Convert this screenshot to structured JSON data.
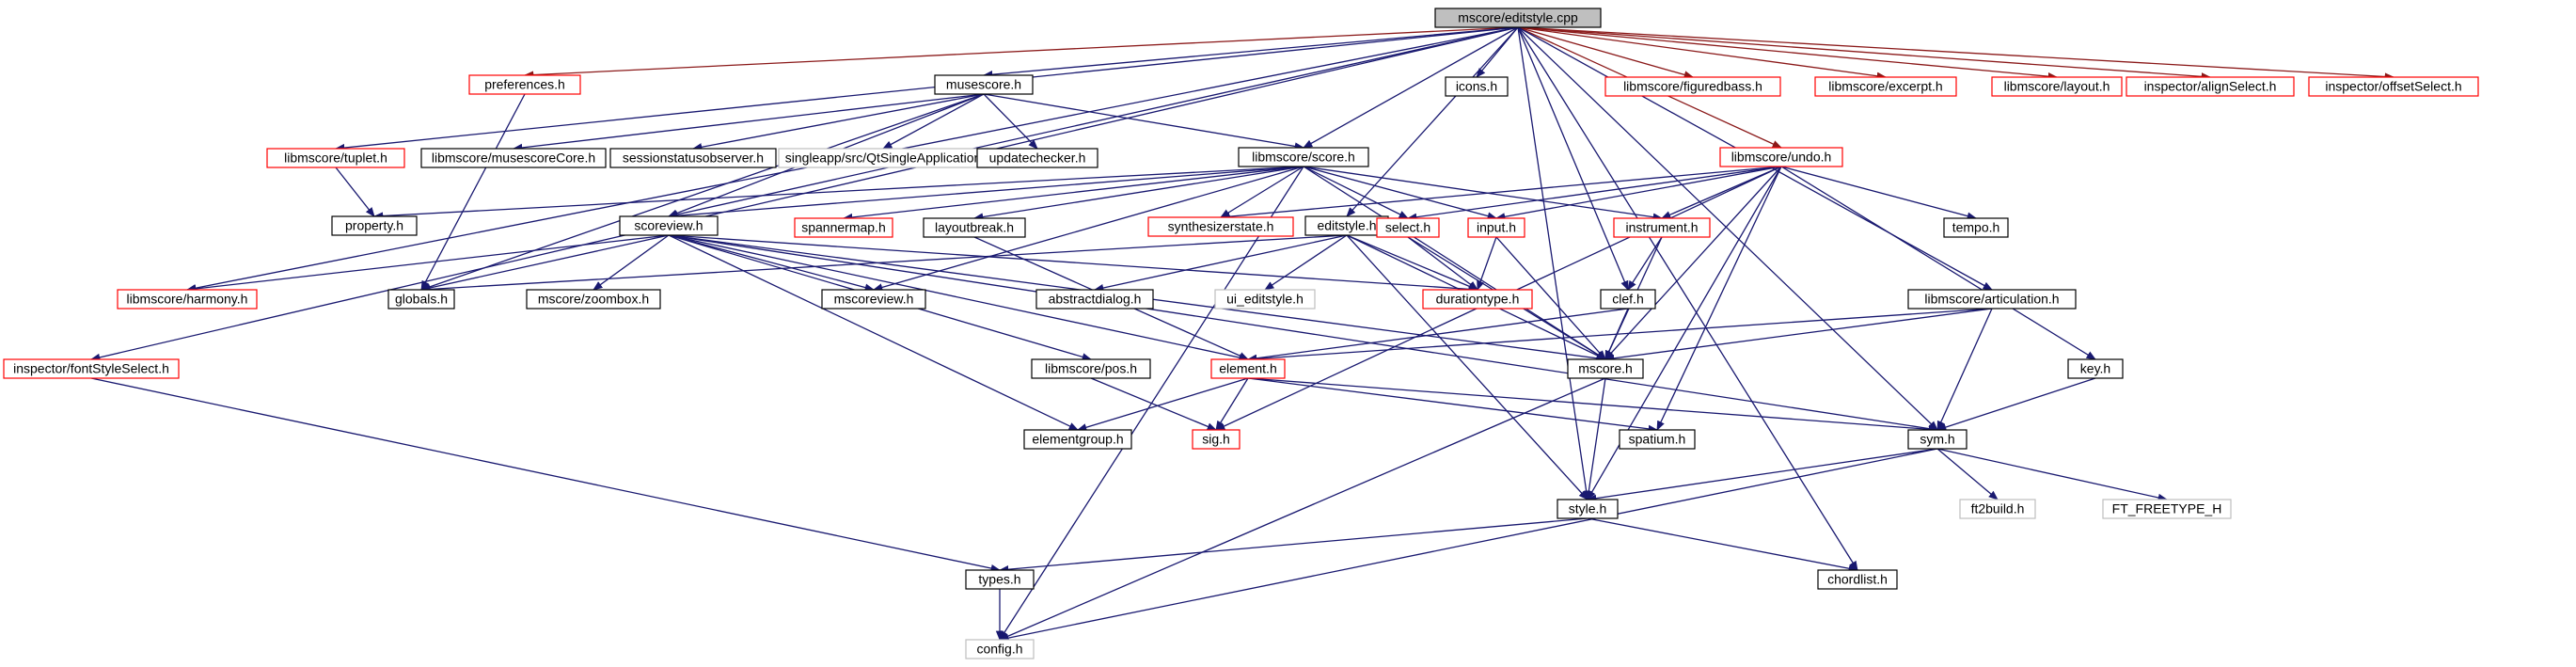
{
  "colors": {
    "edge": "#191970",
    "edge_red": "#8b1a1a",
    "node_black": "#000000",
    "node_red": "#ff0000",
    "node_gray": "#bfbfbf",
    "root_fill": "#bfbfbf",
    "fill": "#ffffff",
    "text": "#000000"
  },
  "nodes": {
    "editstyle_cpp": {
      "label": "mscore/editstyle.cpp",
      "style": "root"
    },
    "preferences_h": {
      "label": "preferences.h",
      "style": "red"
    },
    "musescore_h": {
      "label": "musescore.h",
      "style": "black"
    },
    "icons_h": {
      "label": "icons.h",
      "style": "black"
    },
    "figuredbass_h": {
      "label": "libmscore/figuredbass.h",
      "style": "red"
    },
    "excerpt_h": {
      "label": "libmscore/excerpt.h",
      "style": "red"
    },
    "layout_h": {
      "label": "libmscore/layout.h",
      "style": "red"
    },
    "alignselect_h": {
      "label": "inspector/alignSelect.h",
      "style": "red"
    },
    "offsetselect_h": {
      "label": "inspector/offsetSelect.h",
      "style": "red"
    },
    "tuplet_h": {
      "label": "libmscore/tuplet.h",
      "style": "red"
    },
    "musescorecore_h": {
      "label": "libmscore/musescoreCore.h",
      "style": "black"
    },
    "sessionstatusobserver_h": {
      "label": "sessionstatusobserver.h",
      "style": "black"
    },
    "qtsingleapp": {
      "label": "singleapp/src/QtSingleApplication",
      "style": "gray"
    },
    "updatechecker_h": {
      "label": "updatechecker.h",
      "style": "black"
    },
    "score_h": {
      "label": "libmscore/score.h",
      "style": "black"
    },
    "undo_h": {
      "label": "libmscore/undo.h",
      "style": "red"
    },
    "property_h": {
      "label": "property.h",
      "style": "black"
    },
    "scoreview_h": {
      "label": "scoreview.h",
      "style": "black"
    },
    "spannermap_h": {
      "label": "spannermap.h",
      "style": "red"
    },
    "layoutbreak_h": {
      "label": "layoutbreak.h",
      "style": "black"
    },
    "synthesizerstate_h": {
      "label": "synthesizerstate.h",
      "style": "red"
    },
    "editstyle_h": {
      "label": "editstyle.h",
      "style": "black"
    },
    "select_h": {
      "label": "select.h",
      "style": "red"
    },
    "input_h": {
      "label": "input.h",
      "style": "red"
    },
    "instrument_h": {
      "label": "instrument.h",
      "style": "red"
    },
    "tempo_h": {
      "label": "tempo.h",
      "style": "black"
    },
    "harmony_h": {
      "label": "libmscore/harmony.h",
      "style": "red"
    },
    "globals_h": {
      "label": "globals.h",
      "style": "black"
    },
    "zoombox_h": {
      "label": "mscore/zoombox.h",
      "style": "black"
    },
    "mscoreview_h": {
      "label": "mscoreview.h",
      "style": "black"
    },
    "abstractdialog_h": {
      "label": "abstractdialog.h",
      "style": "black"
    },
    "ui_editstyle_h": {
      "label": "ui_editstyle.h",
      "style": "gray"
    },
    "durationtype_h": {
      "label": "durationtype.h",
      "style": "red"
    },
    "clef_h": {
      "label": "clef.h",
      "style": "black"
    },
    "articulation_h": {
      "label": "libmscore/articulation.h",
      "style": "black"
    },
    "fontstyleselect_h": {
      "label": "inspector/fontStyleSelect.h",
      "style": "red"
    },
    "pos_h": {
      "label": "libmscore/pos.h",
      "style": "black"
    },
    "element_h": {
      "label": "element.h",
      "style": "red"
    },
    "mscore_h": {
      "label": "mscore.h",
      "style": "black"
    },
    "key_h": {
      "label": "key.h",
      "style": "black"
    },
    "elementgroup_h": {
      "label": "elementgroup.h",
      "style": "black"
    },
    "sig_h": {
      "label": "sig.h",
      "style": "red"
    },
    "spatium_h": {
      "label": "spatium.h",
      "style": "black"
    },
    "sym_h": {
      "label": "sym.h",
      "style": "black"
    },
    "ft2build_h": {
      "label": "ft2build.h",
      "style": "gray"
    },
    "ft_freetype_h": {
      "label": "FT_FREETYPE_H",
      "style": "gray"
    },
    "style_h": {
      "label": "style.h",
      "style": "black"
    },
    "types_h": {
      "label": "types.h",
      "style": "black"
    },
    "chordlist_h": {
      "label": "chordlist.h",
      "style": "black"
    },
    "config_h": {
      "label": "config.h",
      "style": "gray"
    }
  },
  "edges": [
    [
      "editstyle_cpp",
      "preferences_h"
    ],
    [
      "editstyle_cpp",
      "musescore_h"
    ],
    [
      "editstyle_cpp",
      "icons_h"
    ],
    [
      "editstyle_cpp",
      "figuredbass_h"
    ],
    [
      "editstyle_cpp",
      "excerpt_h"
    ],
    [
      "editstyle_cpp",
      "layout_h"
    ],
    [
      "editstyle_cpp",
      "alignselect_h"
    ],
    [
      "editstyle_cpp",
      "offsetselect_h"
    ],
    [
      "editstyle_cpp",
      "score_h"
    ],
    [
      "editstyle_cpp",
      "undo_h"
    ],
    [
      "editstyle_cpp",
      "editstyle_h"
    ],
    [
      "editstyle_cpp",
      "scoreview_h"
    ],
    [
      "editstyle_cpp",
      "tuplet_h"
    ],
    [
      "editstyle_cpp",
      "harmony_h"
    ],
    [
      "editstyle_cpp",
      "fontstyleselect_h"
    ],
    [
      "editstyle_cpp",
      "clef_h"
    ],
    [
      "editstyle_cpp",
      "articulation_h"
    ],
    [
      "editstyle_cpp",
      "sym_h"
    ],
    [
      "editstyle_cpp",
      "style_h"
    ],
    [
      "editstyle_cpp",
      "chordlist_h"
    ],
    [
      "preferences_h",
      "globals_h"
    ],
    [
      "musescore_h",
      "globals_h"
    ],
    [
      "musescore_h",
      "musescorecore_h"
    ],
    [
      "musescore_h",
      "sessionstatusobserver_h"
    ],
    [
      "musescore_h",
      "qtsingleapp"
    ],
    [
      "musescore_h",
      "updatechecker_h"
    ],
    [
      "musescore_h",
      "score_h"
    ],
    [
      "musescore_h",
      "scoreview_h"
    ],
    [
      "tuplet_h",
      "property_h"
    ],
    [
      "score_h",
      "property_h"
    ],
    [
      "score_h",
      "scoreview_h"
    ],
    [
      "score_h",
      "spannermap_h"
    ],
    [
      "score_h",
      "layoutbreak_h"
    ],
    [
      "score_h",
      "synthesizerstate_h"
    ],
    [
      "score_h",
      "select_h"
    ],
    [
      "score_h",
      "input_h"
    ],
    [
      "score_h",
      "instrument_h"
    ],
    [
      "score_h",
      "mscoreview_h"
    ],
    [
      "score_h",
      "mscore_h"
    ],
    [
      "score_h",
      "config_h"
    ],
    [
      "undo_h",
      "synthesizerstate_h"
    ],
    [
      "undo_h",
      "select_h"
    ],
    [
      "undo_h",
      "input_h"
    ],
    [
      "undo_h",
      "instrument_h"
    ],
    [
      "undo_h",
      "tempo_h"
    ],
    [
      "undo_h",
      "key_h"
    ],
    [
      "undo_h",
      "mscore_h"
    ],
    [
      "undo_h",
      "sig_h"
    ],
    [
      "undo_h",
      "spatium_h"
    ],
    [
      "undo_h",
      "style_h"
    ],
    [
      "scoreview_h",
      "harmony_h"
    ],
    [
      "scoreview_h",
      "globals_h"
    ],
    [
      "scoreview_h",
      "zoombox_h"
    ],
    [
      "scoreview_h",
      "mscoreview_h"
    ],
    [
      "scoreview_h",
      "durationtype_h"
    ],
    [
      "scoreview_h",
      "pos_h"
    ],
    [
      "scoreview_h",
      "element_h"
    ],
    [
      "scoreview_h",
      "elementgroup_h"
    ],
    [
      "scoreview_h",
      "mscore_h"
    ],
    [
      "scoreview_h",
      "sym_h"
    ],
    [
      "layoutbreak_h",
      "element_h"
    ],
    [
      "editstyle_h",
      "globals_h"
    ],
    [
      "editstyle_h",
      "abstractdialog_h"
    ],
    [
      "editstyle_h",
      "ui_editstyle_h"
    ],
    [
      "editstyle_h",
      "durationtype_h"
    ],
    [
      "editstyle_h",
      "mscore_h"
    ],
    [
      "editstyle_h",
      "style_h"
    ],
    [
      "select_h",
      "durationtype_h"
    ],
    [
      "select_h",
      "mscore_h"
    ],
    [
      "input_h",
      "durationtype_h"
    ],
    [
      "input_h",
      "mscore_h"
    ],
    [
      "instrument_h",
      "clef_h"
    ],
    [
      "instrument_h",
      "mscore_h"
    ],
    [
      "clef_h",
      "mscore_h"
    ],
    [
      "clef_h",
      "element_h"
    ],
    [
      "articulation_h",
      "element_h"
    ],
    [
      "articulation_h",
      "mscore_h"
    ],
    [
      "articulation_h",
      "sym_h"
    ],
    [
      "fontstyleselect_h",
      "types_h"
    ],
    [
      "pos_h",
      "sig_h"
    ],
    [
      "element_h",
      "elementgroup_h"
    ],
    [
      "element_h",
      "sig_h"
    ],
    [
      "element_h",
      "spatium_h"
    ],
    [
      "element_h",
      "sym_h"
    ],
    [
      "mscore_h",
      "style_h"
    ],
    [
      "mscore_h",
      "config_h"
    ],
    [
      "key_h",
      "sym_h"
    ],
    [
      "sym_h",
      "ft2build_h"
    ],
    [
      "sym_h",
      "ft_freetype_h"
    ],
    [
      "sym_h",
      "style_h"
    ],
    [
      "sym_h",
      "config_h"
    ],
    [
      "style_h",
      "types_h"
    ],
    [
      "style_h",
      "chordlist_h"
    ],
    [
      "types_h",
      "config_h"
    ]
  ]
}
